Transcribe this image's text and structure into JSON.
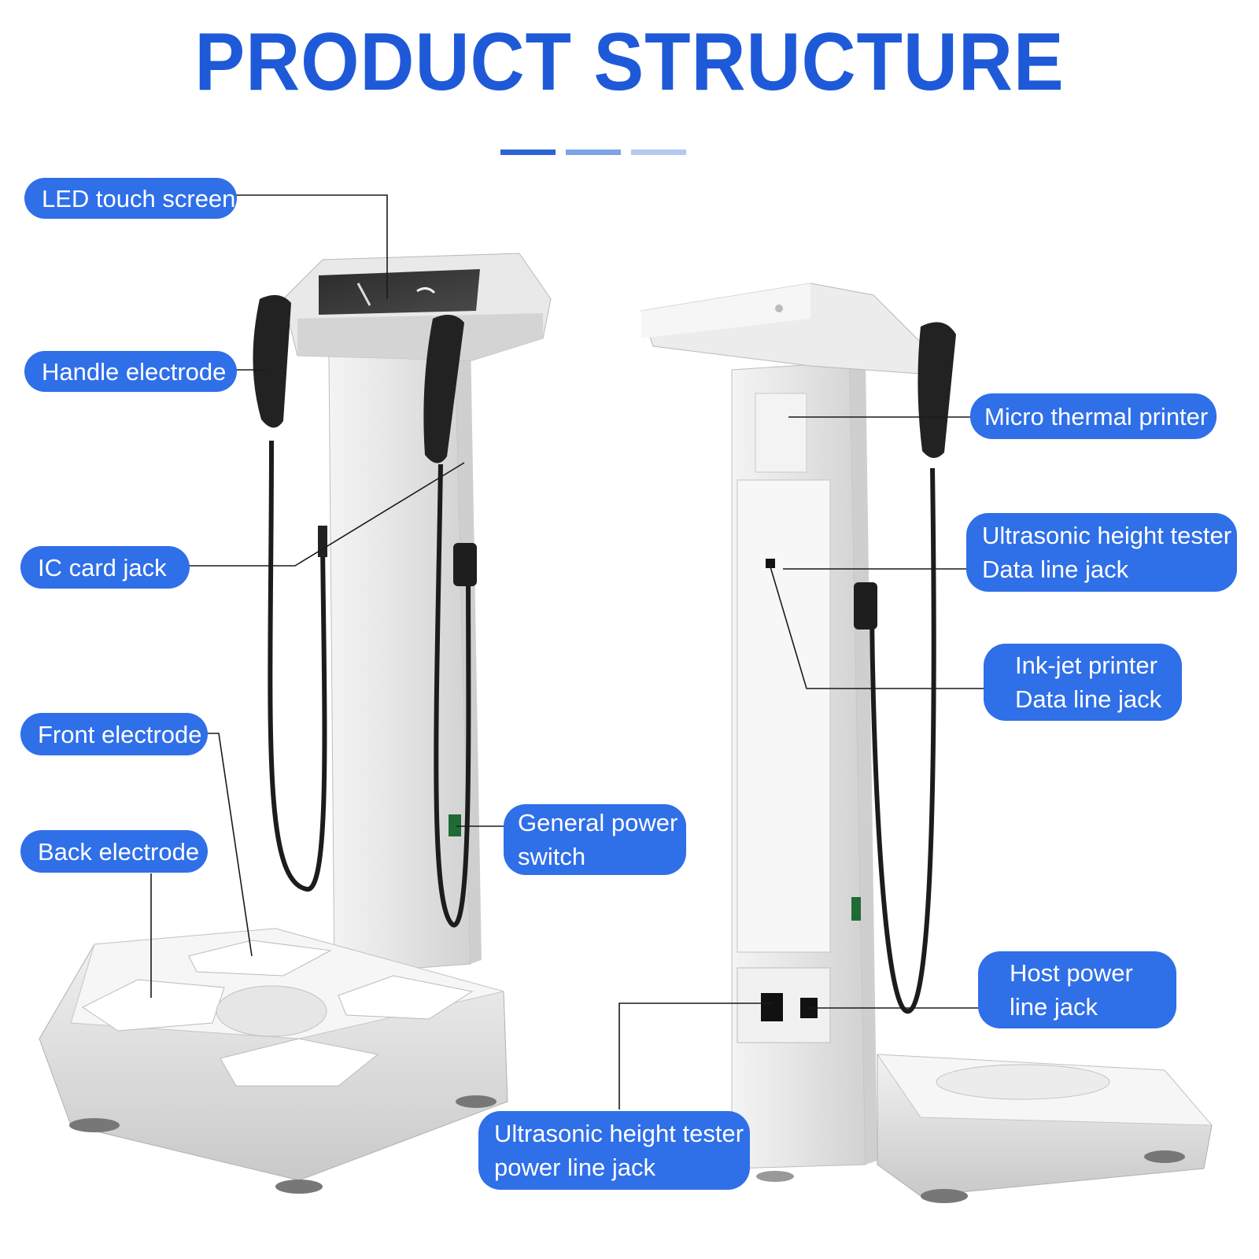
{
  "title": "PRODUCT STRUCTURE",
  "colors": {
    "accent": "#2f6fe8",
    "title": "#1e5ad8",
    "line": "#1a1a1a",
    "dash1": "#2a64d6",
    "dash2": "#7ea2e6",
    "dash3": "#b4c9f0"
  },
  "labels": {
    "led_touch_screen": "LED touch screen",
    "handle_electrode": "Handle electrode",
    "ic_card_jack": "IC card jack",
    "front_electrode": "Front electrode",
    "back_electrode": "Back electrode",
    "general_power_switch": {
      "line1": "General power",
      "line2": "switch"
    },
    "micro_thermal_printer": "Micro thermal printer",
    "ultrasonic_data": {
      "line1": "Ultrasonic height tester",
      "line2": "Data line jack"
    },
    "inkjet_data": {
      "line1": "Ink-jet printer",
      "line2": "Data line jack"
    },
    "host_power": {
      "line1": "Host power",
      "line2": "line jack"
    },
    "ultrasonic_power": {
      "line1": "Ultrasonic height tester",
      "line2": "power line jack"
    }
  }
}
